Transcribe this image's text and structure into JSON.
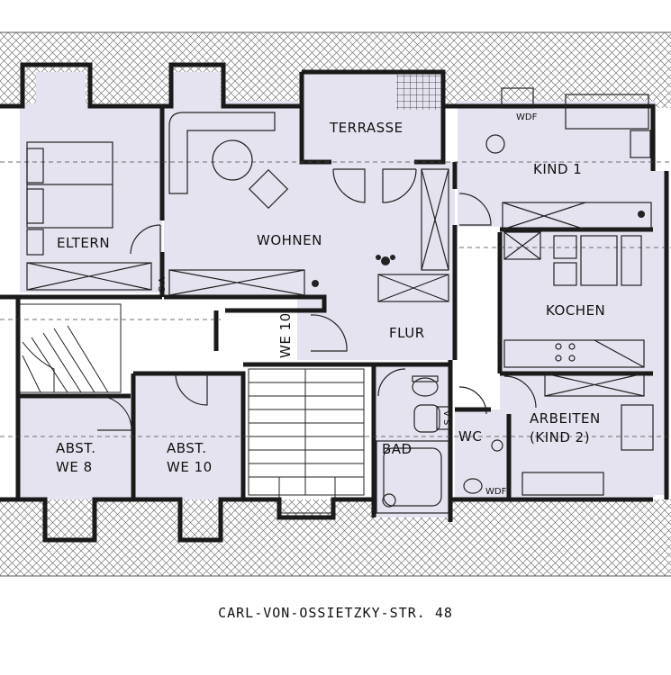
{
  "rooms": {
    "terrasse": "TERRASSE",
    "kind1": "KIND 1",
    "eltern": "ELTERN",
    "wohnen": "WOHNEN",
    "kochen": "KOCHEN",
    "flur": "FLUR",
    "arbeiten_line1": "ARBEITEN",
    "arbeiten_line2": "(KIND 2)",
    "abst8_line1": "ABST.",
    "abst8_line2": "WE 8",
    "abst10_line1": "ABST.",
    "abst10_line2": "WE 10",
    "bad": "BAD",
    "wc": "WC"
  },
  "labels": {
    "we10": "WE 10",
    "wdf_top": "WDF",
    "wdf_bottom": "WDF",
    "vs_eltern": "V S",
    "vs_bad": "V S"
  },
  "address": "CARL-VON-OSSIETZKY-STR. 48",
  "colors": {
    "room_fill": "#e6e3f0",
    "hatch": "#777777",
    "wall": "#1a1a1a"
  }
}
